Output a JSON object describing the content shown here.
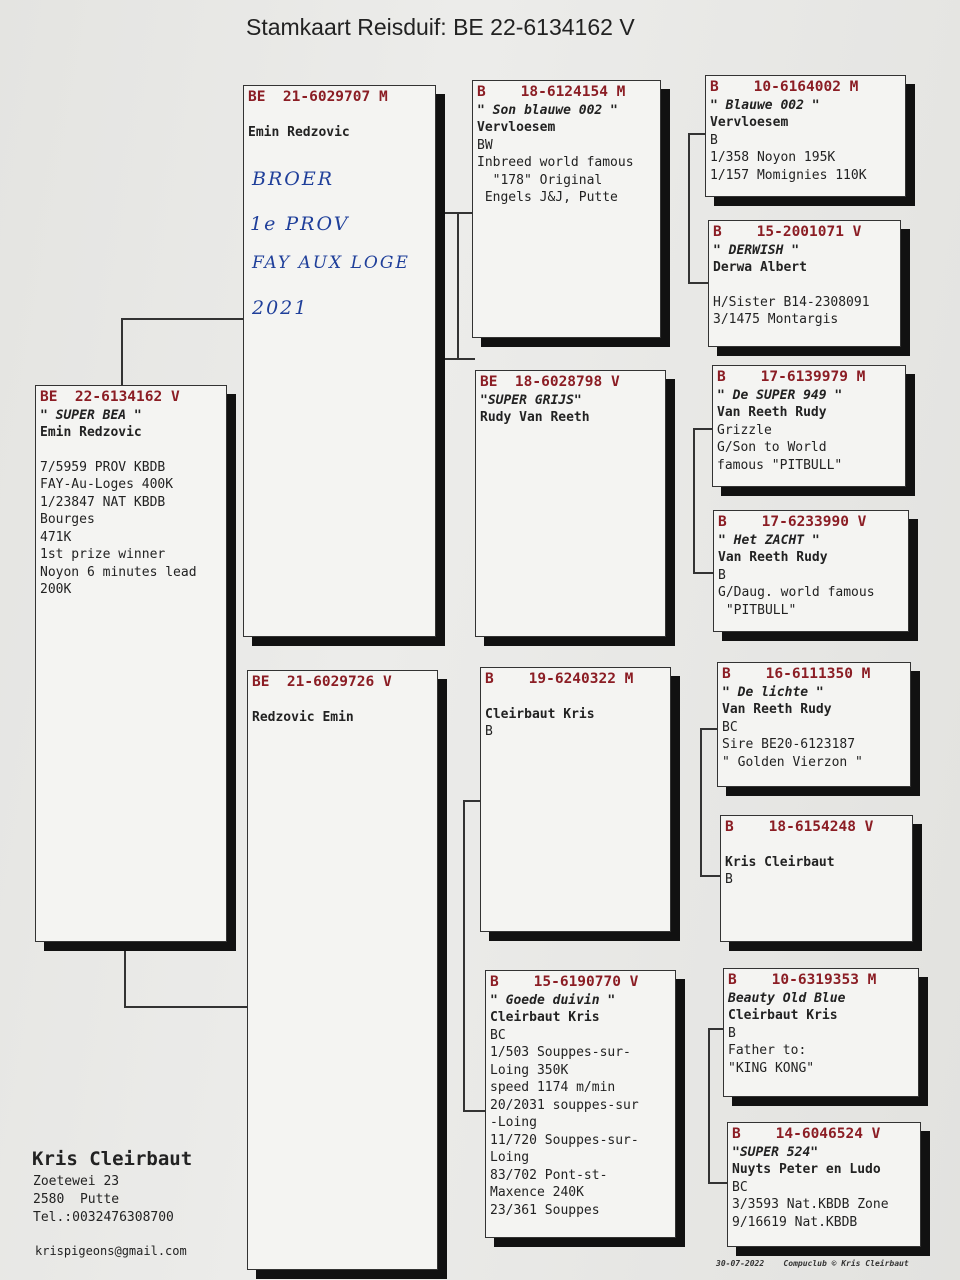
{
  "title": "Stamkaart Reisduif: BE  22-6134162 V",
  "boxes": {
    "main": {
      "ring": "BE  22-6134162 V",
      "lines": [
        {
          "t": "\" SUPER BEA \"",
          "s": "name"
        },
        {
          "t": "Emin Redzovic",
          "s": "owner"
        },
        {
          "t": "",
          "s": "blank"
        },
        {
          "t": "7/5959 PROV KBDB"
        },
        {
          "t": "FAY-Au-Loges 400K"
        },
        {
          "t": "1/23847 NAT KBDB"
        },
        {
          "t": "Bourges"
        },
        {
          "t": "471K"
        },
        {
          "t": "1st prize winner"
        },
        {
          "t": "Noyon 6 minutes lead"
        },
        {
          "t": "200K"
        }
      ]
    },
    "sire": {
      "ring": "BE  21-6029707 M",
      "lines": [
        {
          "t": "",
          "s": "blank"
        },
        {
          "t": "Emin Redzovic",
          "s": "owner"
        }
      ]
    },
    "dam": {
      "ring": "BE  21-6029726 V",
      "lines": [
        {
          "t": "",
          "s": "blank"
        },
        {
          "t": "Redzovic Emin",
          "s": "owner"
        }
      ]
    },
    "gs1": {
      "ring": "B    18-6124154 M",
      "lines": [
        {
          "t": "\" Son blauwe 002 \"",
          "s": "name"
        },
        {
          "t": "Vervloesem",
          "s": "owner"
        },
        {
          "t": "BW"
        },
        {
          "t": "Inbreed world famous"
        },
        {
          "t": "  \"178\" Original"
        },
        {
          "t": " Engels J&J, Putte"
        }
      ]
    },
    "gd1": {
      "ring": "BE  18-6028798 V",
      "lines": [
        {
          "t": "\"SUPER GRIJS\"",
          "s": "name"
        },
        {
          "t": "Rudy Van Reeth",
          "s": "owner"
        }
      ]
    },
    "gs2": {
      "ring": "B    19-6240322 M",
      "lines": [
        {
          "t": "",
          "s": "blank"
        },
        {
          "t": "Cleirbaut Kris",
          "s": "owner"
        },
        {
          "t": "B"
        }
      ]
    },
    "gd2": {
      "ring": "B    15-6190770 V",
      "lines": [
        {
          "t": "\" Goede duivin \"",
          "s": "name"
        },
        {
          "t": "Cleirbaut Kris",
          "s": "owner"
        },
        {
          "t": "BC"
        },
        {
          "t": "1/503 Souppes-sur-"
        },
        {
          "t": "Loing 350K"
        },
        {
          "t": "speed 1174 m/min"
        },
        {
          "t": "20/2031 souppes-sur"
        },
        {
          "t": "-Loing"
        },
        {
          "t": "11/720 Souppes-sur-"
        },
        {
          "t": "Loing"
        },
        {
          "t": "83/702 Pont-st-"
        },
        {
          "t": "Maxence 240K"
        },
        {
          "t": "23/361 Souppes"
        }
      ]
    },
    "g1": {
      "ring": "B    10-6164002 M",
      "lines": [
        {
          "t": "\" Blauwe 002 \"",
          "s": "name"
        },
        {
          "t": "Vervloesem",
          "s": "owner"
        },
        {
          "t": "B"
        },
        {
          "t": "1/358 Noyon 195K"
        },
        {
          "t": "1/157 Momignies 110K"
        }
      ]
    },
    "g2": {
      "ring": "B    15-2001071 V",
      "lines": [
        {
          "t": "\" DERWISH \"",
          "s": "name"
        },
        {
          "t": "Derwa Albert",
          "s": "owner"
        },
        {
          "t": "",
          "s": "blank"
        },
        {
          "t": "H/Sister B14-2308091"
        },
        {
          "t": "3/1475 Montargis"
        }
      ]
    },
    "g3": {
      "ring": "B    17-6139979 M",
      "lines": [
        {
          "t": "\" De SUPER 949 \"",
          "s": "name"
        },
        {
          "t": "Van Reeth Rudy",
          "s": "owner"
        },
        {
          "t": "Grizzle"
        },
        {
          "t": "G/Son to World"
        },
        {
          "t": "famous \"PITBULL\""
        }
      ]
    },
    "g4": {
      "ring": "B    17-6233990 V",
      "lines": [
        {
          "t": "\" Het ZACHT \"",
          "s": "name"
        },
        {
          "t": "Van Reeth Rudy",
          "s": "owner"
        },
        {
          "t": "B"
        },
        {
          "t": "G/Daug. world famous"
        },
        {
          "t": " \"PITBULL\""
        }
      ]
    },
    "g5": {
      "ring": "B    16-6111350 M",
      "lines": [
        {
          "t": "\" De lichte \"",
          "s": "name"
        },
        {
          "t": "Van Reeth Rudy",
          "s": "owner"
        },
        {
          "t": "BC"
        },
        {
          "t": "Sire BE20-6123187"
        },
        {
          "t": "\" Golden Vierzon \""
        }
      ]
    },
    "g6": {
      "ring": "B    18-6154248 V",
      "lines": [
        {
          "t": "",
          "s": "blank"
        },
        {
          "t": "Kris Cleirbaut",
          "s": "owner"
        },
        {
          "t": "B"
        }
      ]
    },
    "g7": {
      "ring": "B    10-6319353 M",
      "lines": [
        {
          "t": "Beauty Old Blue",
          "s": "name"
        },
        {
          "t": "Cleirbaut Kris",
          "s": "owner"
        },
        {
          "t": "B"
        },
        {
          "t": "Father to:"
        },
        {
          "t": "\"KING KONG\""
        }
      ]
    },
    "g8": {
      "ring": "B    14-6046524 V",
      "lines": [
        {
          "t": "\"SUPER 524\"",
          "s": "name"
        },
        {
          "t": "Nuyts Peter en Ludo",
          "s": "owner"
        },
        {
          "t": "BC"
        },
        {
          "t": "3/3593 Nat.KBDB Zone"
        },
        {
          "t": "9/16619 Nat.KBDB"
        }
      ]
    }
  },
  "handwritten": [
    "BROER",
    "1e PROV",
    "FAY AUX LOGE",
    "2021"
  ],
  "footer": {
    "name": "Kris Cleirbaut",
    "street": "Zoetewei 23",
    "city": "2580  Putte",
    "tel": "Tel.:0032476308700",
    "email": "krispigeons@gmail.com",
    "stamp": "30-07-2022    Compuclub © Kris Cleirbaut"
  }
}
